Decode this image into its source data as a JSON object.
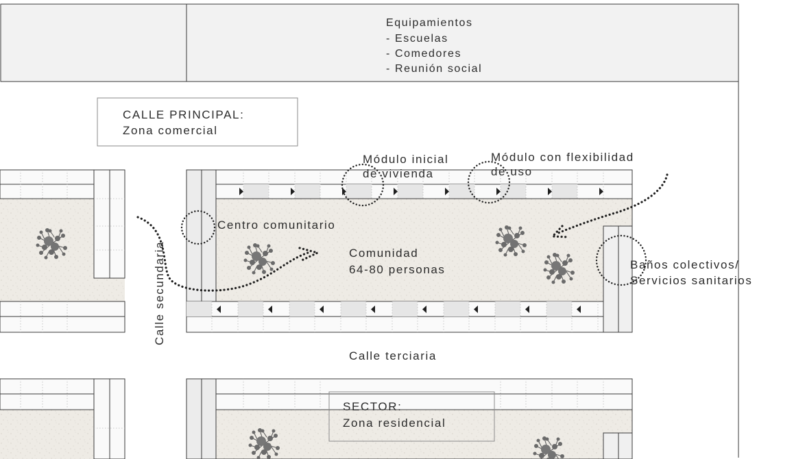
{
  "header": {
    "title": "Equipamientos",
    "items": [
      "- Escuelas",
      "- Comedores",
      "- Reunión social"
    ]
  },
  "labels": {
    "calle_principal_1": "CALLE PRINCIPAL:",
    "calle_principal_2": "Zona comercial",
    "modulo_inicial_1": "Módulo inicial",
    "modulo_inicial_2": "de vivienda",
    "modulo_flex_1": "Módulo con flexibilidad",
    "modulo_flex_2": "de uso",
    "centro": "Centro comunitario",
    "comunidad_1": "Comunidad",
    "comunidad_2": "64-80 personas",
    "banos_1": "Baños colectivos/",
    "banos_2": "Servicios sanitarios",
    "calle_secundaria": "Calle secundaria",
    "calle_terciaria": "Calle terciaria",
    "sector_1": "SECTOR:",
    "sector_2": "Zona residencial"
  },
  "colors": {
    "header_bg": "#f2f2f2",
    "ground": "#eeeae4",
    "unit_fill": "#e9e9e9",
    "line": "#3a3a3a",
    "tree": "#5e5e5e",
    "dots": "#2a2a2a"
  },
  "icons": [
    "tree-icon",
    "direction-arrow-icon",
    "dotted-circle-icon",
    "dotted-arrow-icon"
  ]
}
